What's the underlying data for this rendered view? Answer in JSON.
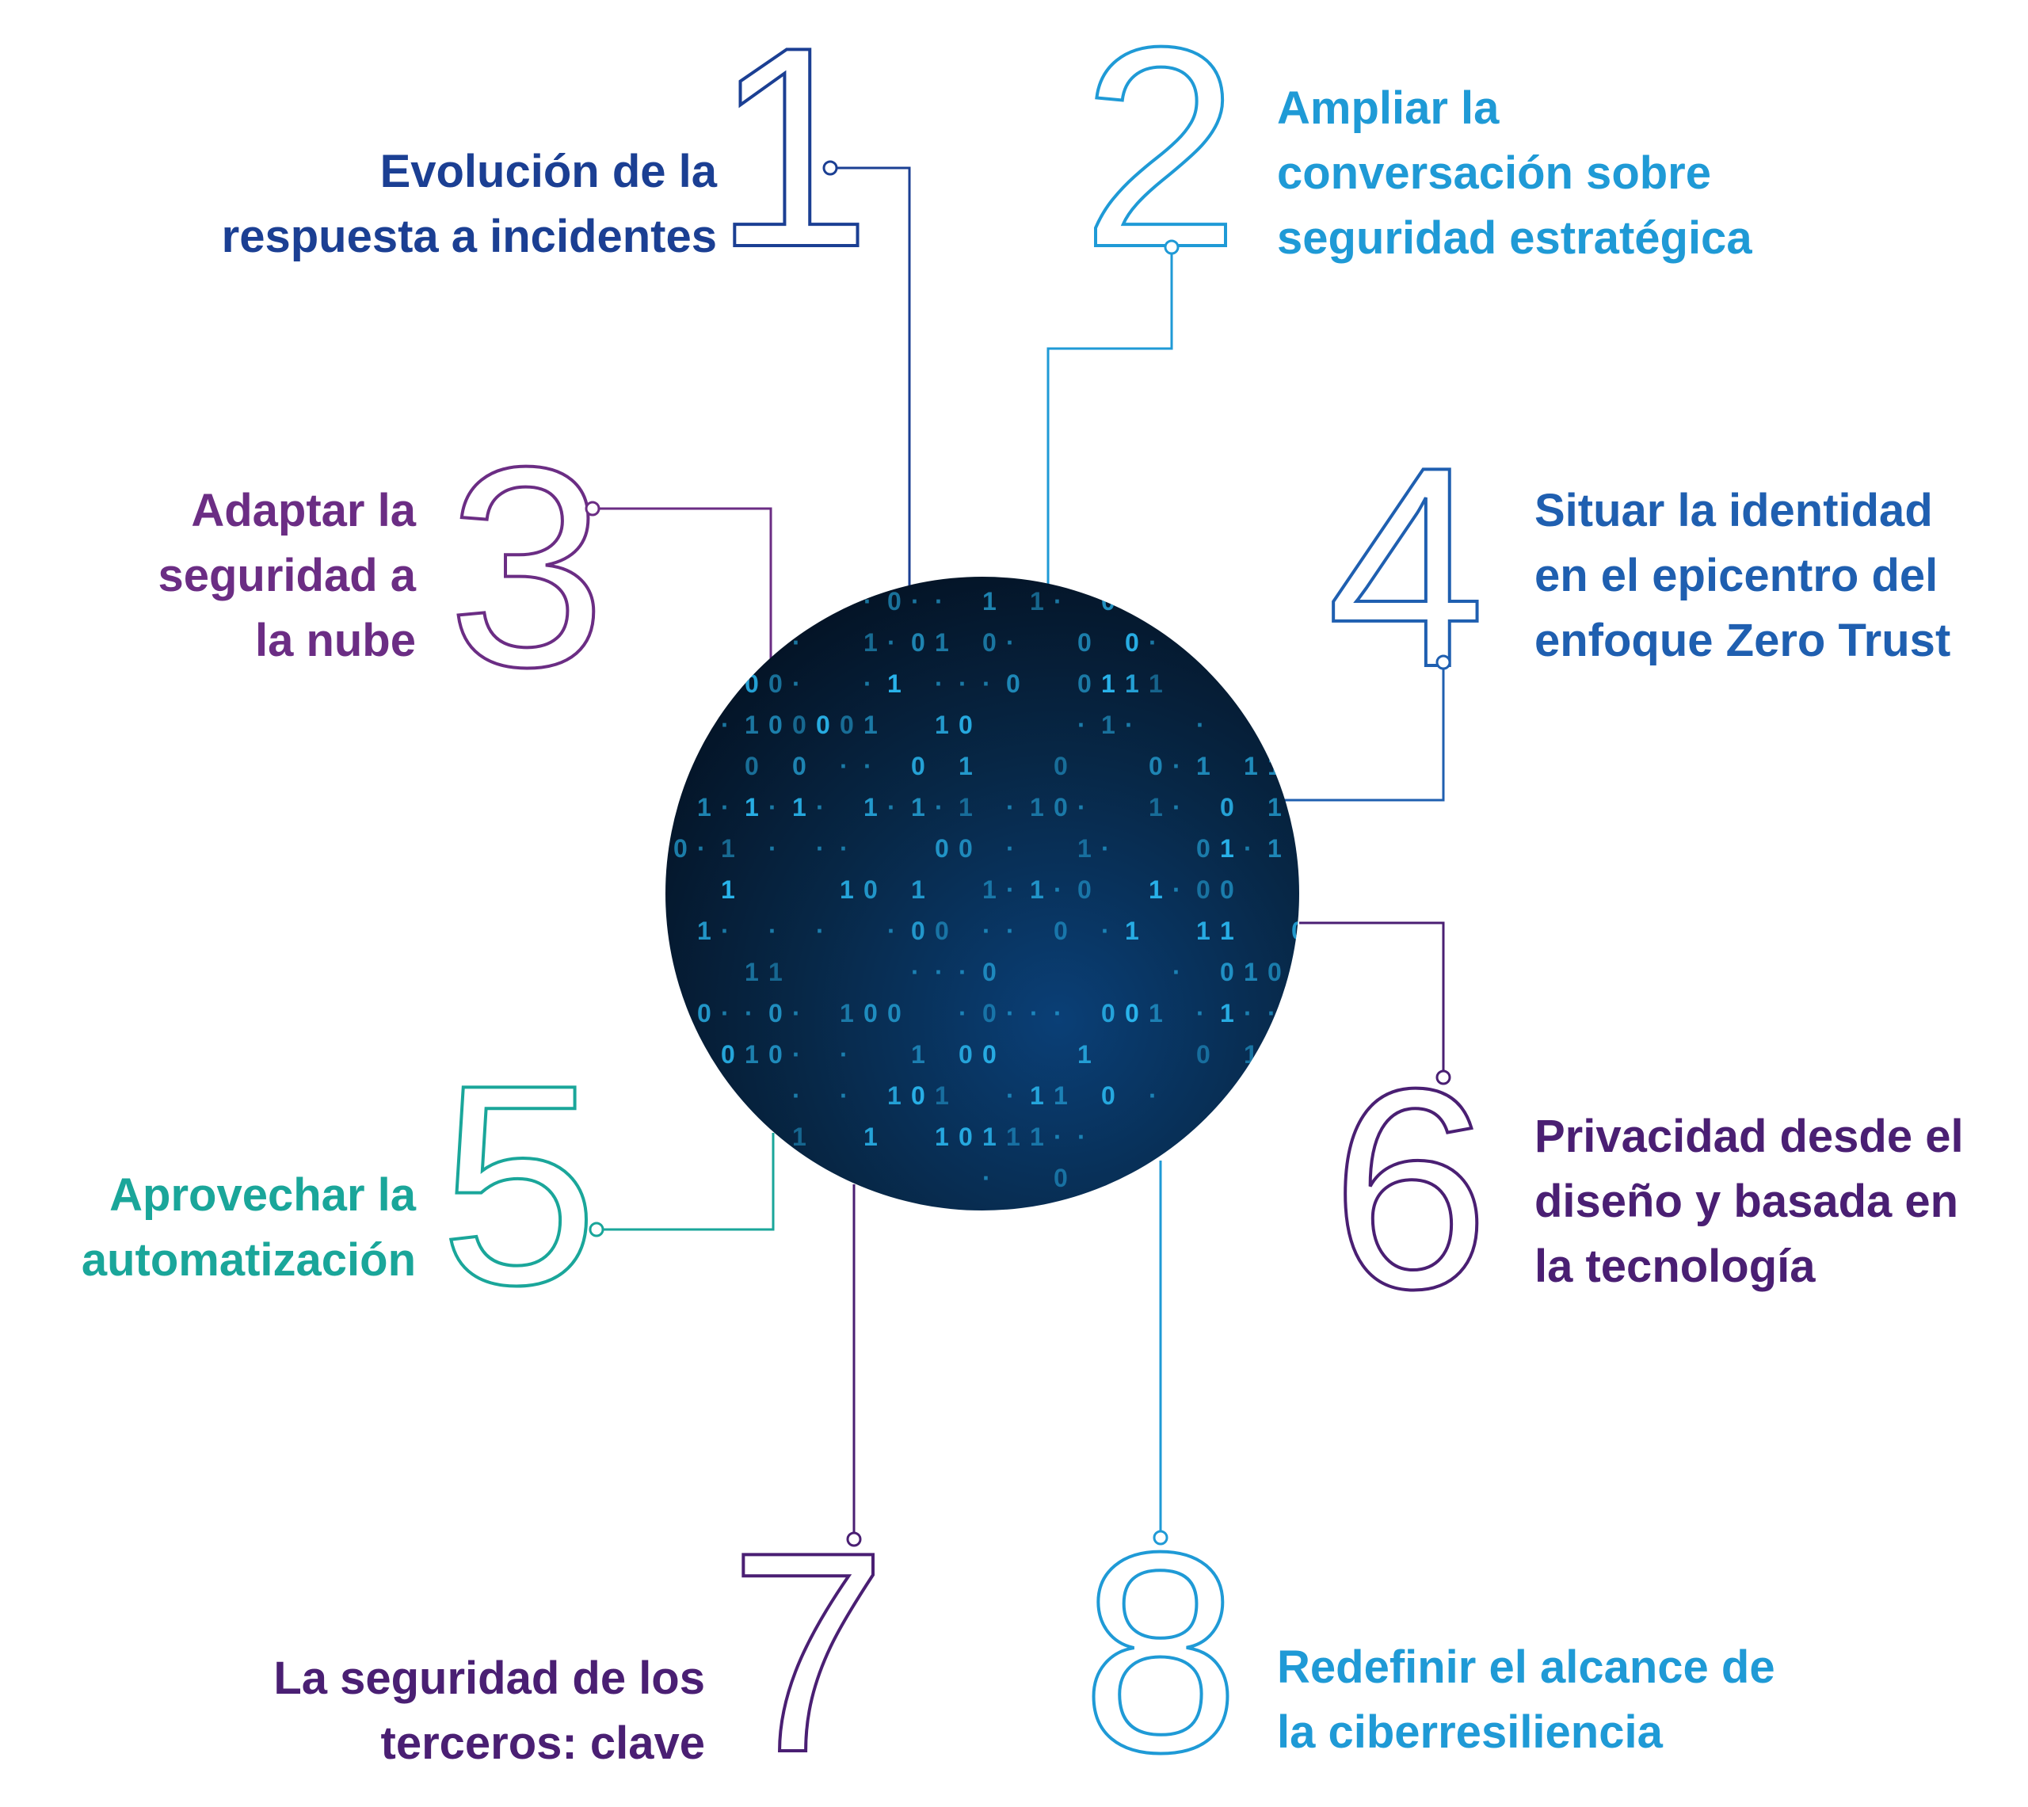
{
  "colors": {
    "navy": "#1b3f93",
    "sky": "#1f9ad6",
    "purple": "#6b2d84",
    "blue": "#1f5fb0",
    "teal": "#1aa69a",
    "dark_purple": "#4a1f73",
    "circle_bg": "#06182e",
    "digit_color": "#2ab6ee"
  },
  "items": [
    {
      "number": "1",
      "color": "#1b3f93",
      "label_lines": [
        "Evolución de la",
        "respuesta a incidentes"
      ]
    },
    {
      "number": "2",
      "color": "#1f9ad6",
      "label_lines": [
        "Ampliar la",
        "conversación sobre",
        "seguridad estratégica"
      ]
    },
    {
      "number": "3",
      "color": "#6b2d84",
      "label_lines": [
        "Adaptar la",
        "seguridad a",
        "la nube"
      ]
    },
    {
      "number": "4",
      "color": "#1f5fb0",
      "label_lines": [
        "Situar la identidad",
        "en el epicentro del",
        "enfoque Zero Trust"
      ]
    },
    {
      "number": "5",
      "color": "#1aa69a",
      "label_lines": [
        "Aprovechar la",
        "automatización"
      ]
    },
    {
      "number": "6",
      "color": "#4a1f73",
      "label_lines": [
        "Privacidad desde el",
        "diseño y basada en",
        "la tecnología"
      ]
    },
    {
      "number": "7",
      "color": "#4a1f73",
      "label_lines": [
        "La seguridad de los",
        "terceros: clave"
      ]
    },
    {
      "number": "8",
      "color": "#1f9ad6",
      "label_lines": [
        "Redefinir el alcance de",
        "la ciberresiliencia"
      ]
    }
  ],
  "center_image": {
    "kind": "binary-code-sphere",
    "digits": "01"
  }
}
